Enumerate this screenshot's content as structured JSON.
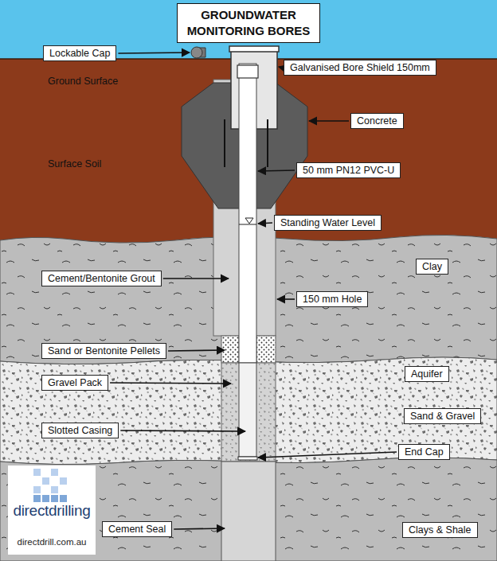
{
  "diagram": {
    "title": "GROUNDWATER MONITORING BORES",
    "nodes": [
      {
        "text": [
          "Lockable Cap"
        ]
      },
      {
        "text": [
          "Galvanised Bore Shield 150mm"
        ]
      },
      {
        "text": [
          "Concrete"
        ]
      },
      {
        "text": [
          "50 mm PN12 PVC-U"
        ]
      },
      {
        "text": [
          "Standing Water Level"
        ]
      },
      {
        "text": [
          "Clay"
        ]
      },
      {
        "text": [
          "Cement/Bentonite Grout"
        ]
      },
      {
        "text": [
          "150 mm Hole"
        ]
      },
      {
        "text": [
          "Sand or Bentonite Pellets"
        ]
      },
      {
        "text": [
          "Aquifer"
        ]
      },
      {
        "text": [
          "Gravel Pack"
        ]
      },
      {
        "text": [
          "Sand & Gravel"
        ]
      },
      {
        "text": [
          "Slotted Casing"
        ]
      },
      {
        "text": [
          "End Cap"
        ]
      },
      {
        "text": [
          "directdrilling",
          "directdrill.com.au"
        ]
      },
      {
        "text": [
          "Cement Seal"
        ]
      },
      {
        "text": [
          "Clays & Shale"
        ]
      }
    ],
    "labels": [
      "Ground Surface",
      "Surface Soil"
    ]
  }
}
